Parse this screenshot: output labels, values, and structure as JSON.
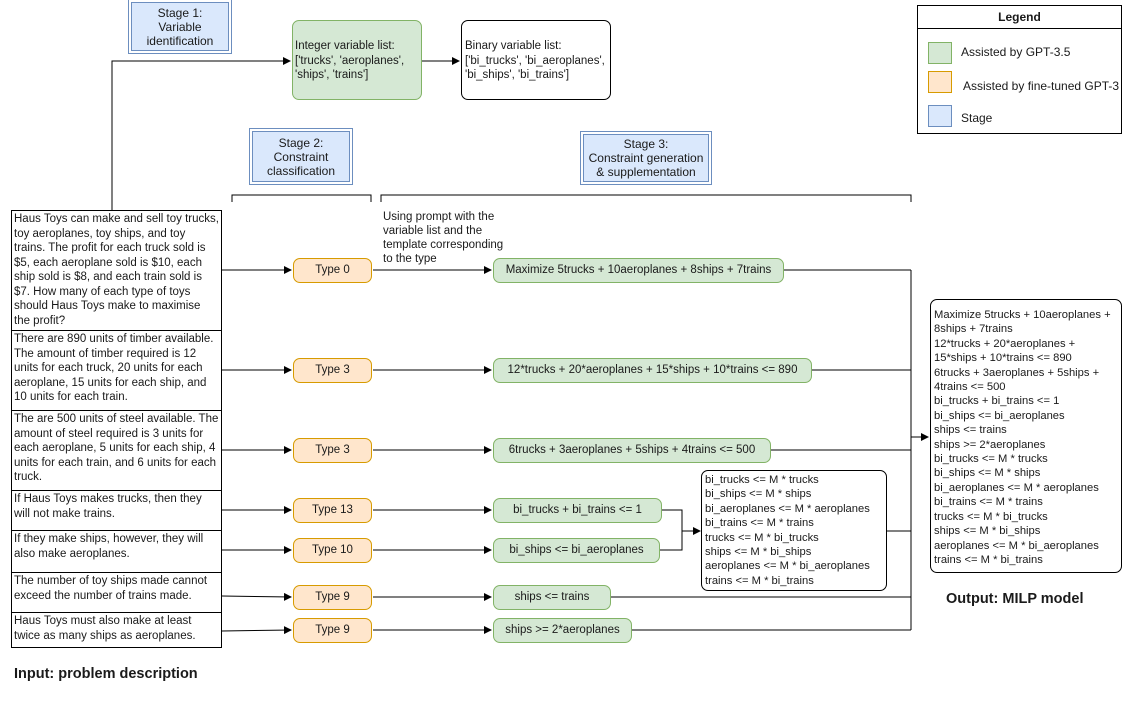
{
  "legend": {
    "title": "Legend",
    "items": [
      {
        "label": "Assisted by GPT-3.5",
        "fill": "#d5e8d4",
        "stroke": "#82b366"
      },
      {
        "label": "Assisted by fine-tuned GPT-3",
        "fill": "#ffe6cc",
        "stroke": "#d79b00"
      },
      {
        "label": "Stage",
        "fill": "#dae8fc",
        "stroke": "#6c8ebf"
      }
    ]
  },
  "stages": {
    "s1": "Stage 1:\nVariable\nidentification",
    "s2": "Stage 2:\nConstraint\nclassification",
    "s3": "Stage 3:\nConstraint generation\n& supplementation"
  },
  "variables": {
    "integer": "Integer variable list:\n['trucks', 'aeroplanes',\n'ships', 'trains']",
    "binary": "Binary variable list:\n['bi_trucks', 'bi_aeroplanes',\n'bi_ships', 'bi_trains']"
  },
  "prompt_note": "Using prompt with the\nvariable list and the\ntemplate corresponding\nto the type",
  "input_rows": [
    "Haus Toys can make and sell toy trucks, toy aeroplanes, toy ships, and toy trains. The profit for each truck sold is $5, each aeroplane sold is $10, each ship sold is $8, and each train sold is $7. How many of each type of toys should Haus Toys make to maximise the profit?",
    "There are 890 units of timber available. The amount of timber required is 12 units for each truck, 20 units for each aeroplane, 15 units for each ship, and 10 units for each train.",
    "The are 500 units of steel available. The amount of steel required is 3 units for each aeroplane, 5 units for each ship, 4 units for each train, and 6 units for each truck.",
    "If Haus Toys makes trucks, then they will not make trains.",
    "If they make ships, however, they will also make aeroplanes.",
    "The number of toy ships made cannot exceed the number of trains made.",
    "Haus Toys must also make at least twice as many ships as aeroplanes."
  ],
  "types": [
    "Type 0",
    "Type 3",
    "Type 3",
    "Type 13",
    "Type 10",
    "Type 9",
    "Type 9"
  ],
  "constraints": [
    "Maximize 5trucks + 10aeroplanes + 8ships + 7trains",
    "12*trucks + 20*aeroplanes + 15*ships + 10*trains <= 890",
    "6trucks + 3aeroplanes + 5ships + 4trains <= 500",
    "bi_trucks + bi_trains <= 1",
    "bi_ships <= bi_aeroplanes",
    "ships <= trains",
    "ships >= 2*aeroplanes"
  ],
  "supplement": "bi_trucks <= M * trucks\nbi_ships <= M * ships\nbi_aeroplanes <= M * aeroplanes\nbi_trains <= M * trains\ntrucks <= M * bi_trucks\nships <= M * bi_ships\naeroplanes <= M * bi_aeroplanes\ntrains <= M * bi_trains",
  "output_model": "Maximize 5trucks + 10aeroplanes + 8ships + 7trains\n12*trucks + 20*aeroplanes + 15*ships + 10*trains <= 890\n6trucks + 3aeroplanes + 5ships + 4trains <= 500\nbi_trucks + bi_trains <= 1\nbi_ships <= bi_aeroplanes\nships <= trains\nships >= 2*aeroplanes\nbi_trucks <= M * trucks\nbi_ships <= M * ships\nbi_aeroplanes <= M * aeroplanes\nbi_trains <= M * trains\ntrucks <= M * bi_trucks\nships <= M * bi_ships\naeroplanes <= M * bi_aeroplanes\ntrains <= M * bi_trains",
  "captions": {
    "input": "Input: problem description",
    "output": "Output: MILP model"
  }
}
